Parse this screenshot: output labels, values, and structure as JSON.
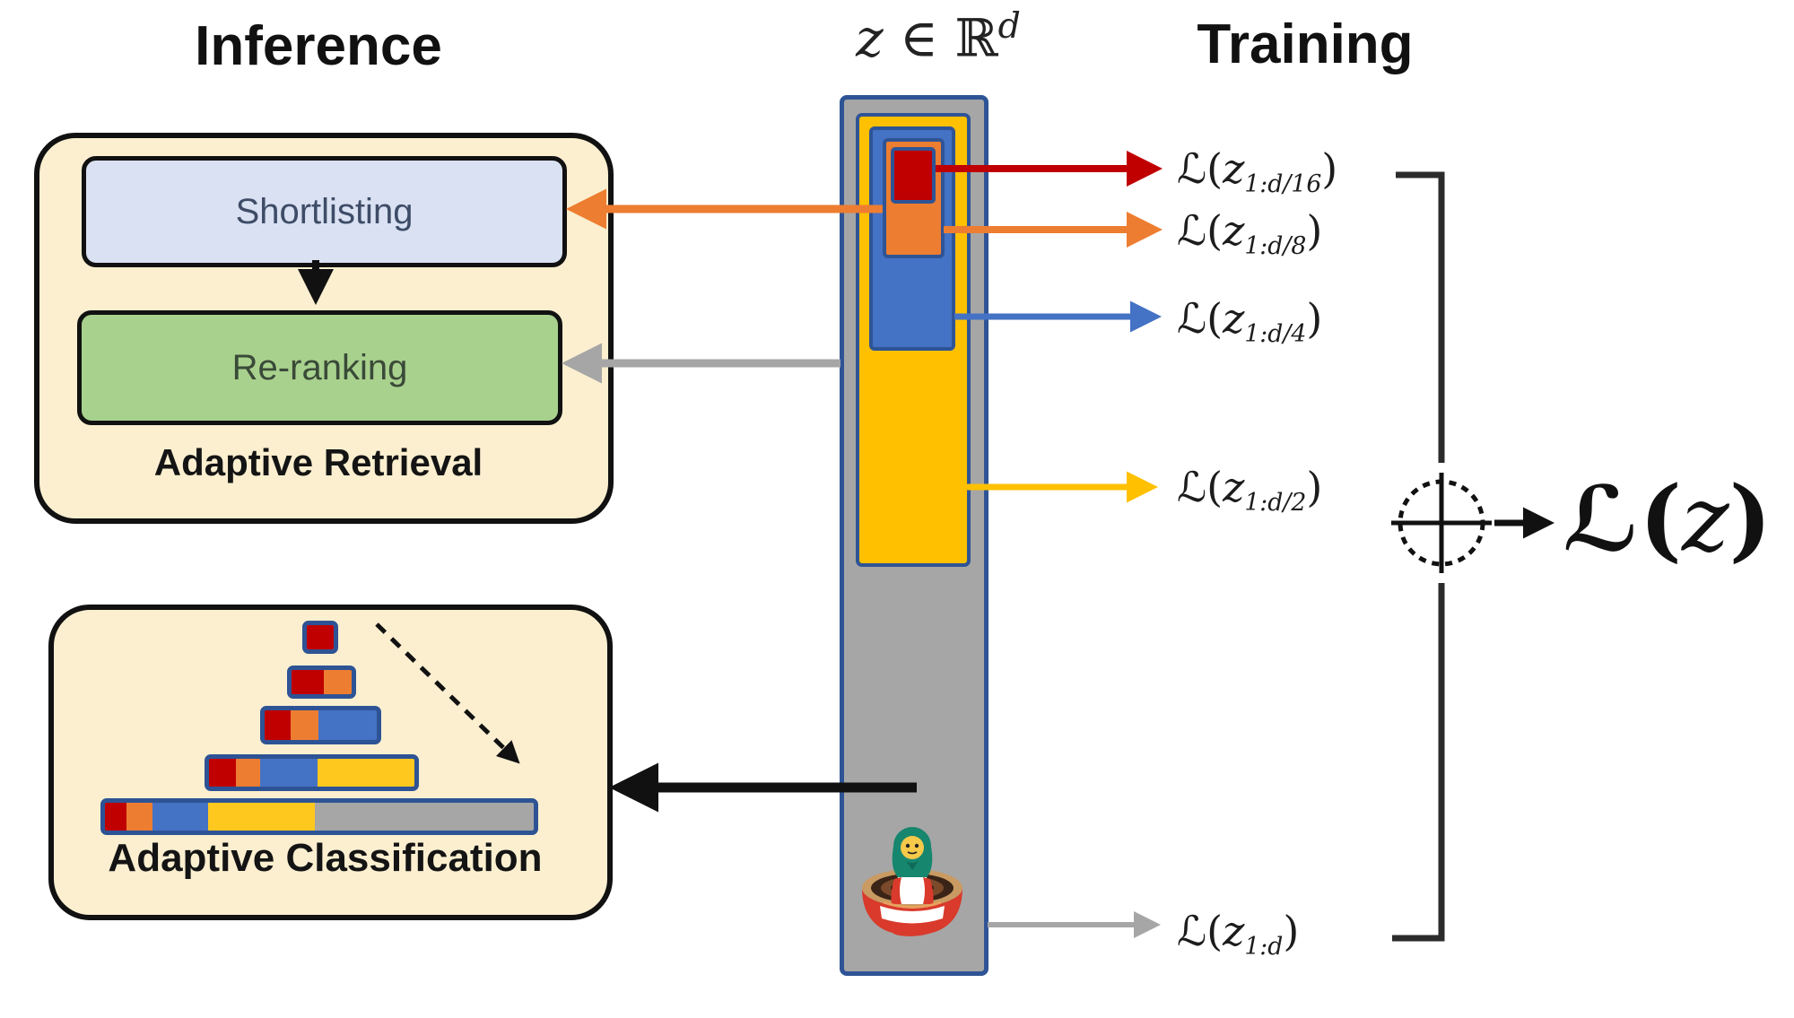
{
  "titles": {
    "inference": "Inference",
    "training": "Training"
  },
  "embedding_label": {
    "var": "z",
    "mid": " ∈ ℝ",
    "sup": "d"
  },
  "adaptive_retrieval": {
    "label": "Adaptive Retrieval",
    "shortlisting": "Shortlisting",
    "reranking": "Re-ranking"
  },
  "adaptive_classification": {
    "label": "Adaptive Classification",
    "pyramid": [
      {
        "segments": [
          {
            "color": "red",
            "pct": 100
          }
        ]
      },
      {
        "segments": [
          {
            "color": "red",
            "pct": 53
          },
          {
            "color": "orange",
            "pct": 47
          }
        ]
      },
      {
        "segments": [
          {
            "color": "red",
            "pct": 23
          },
          {
            "color": "orange",
            "pct": 25
          },
          {
            "color": "blue",
            "pct": 52
          }
        ]
      },
      {
        "segments": [
          {
            "color": "red",
            "pct": 13
          },
          {
            "color": "orange",
            "pct": 12
          },
          {
            "color": "blue",
            "pct": 28
          },
          {
            "color": "yellow",
            "pct": 47
          }
        ]
      },
      {
        "segments": [
          {
            "color": "red",
            "pct": 5
          },
          {
            "color": "orange",
            "pct": 6
          },
          {
            "color": "blue",
            "pct": 13
          },
          {
            "color": "yellow",
            "pct": 25
          },
          {
            "color": "gray",
            "pct": 51
          }
        ]
      }
    ]
  },
  "embedding_bar": {
    "segments": [
      {
        "name": "d/16",
        "color": "#C00000"
      },
      {
        "name": "d/8",
        "color": "#ED7D31"
      },
      {
        "name": "d/4",
        "color": "#4472C4"
      },
      {
        "name": "d/2",
        "color": "#FFC000"
      },
      {
        "name": "d",
        "color": "#A6A6A6"
      }
    ],
    "icon": "matryoshka-doll"
  },
  "losses": [
    {
      "prefix": "ℒ(",
      "var": "z",
      "sub": "1:d/16",
      "suffix": ")",
      "arrow_color": "#C00000"
    },
    {
      "prefix": "ℒ(",
      "var": "z",
      "sub": "1:d/8",
      "suffix": ")",
      "arrow_color": "#ED7D31"
    },
    {
      "prefix": "ℒ(",
      "var": "z",
      "sub": "1:d/4",
      "suffix": ")",
      "arrow_color": "#4472C4"
    },
    {
      "prefix": "ℒ(",
      "var": "z",
      "sub": "1:d/2",
      "suffix": ")",
      "arrow_color": "#FFC000"
    },
    {
      "prefix": "ℒ(",
      "var": "z",
      "sub": "1:d",
      "suffix": ")",
      "arrow_color": "#A6A6A6"
    }
  ],
  "total_loss": {
    "prefix": "ℒ(",
    "var": "z",
    "suffix": ")",
    "aggregator_symbol": "⊕"
  },
  "colors": {
    "red": "#C00000",
    "orange": "#ED7D31",
    "blue": "#4472C4",
    "yellow": "#FFC81E",
    "gold": "#FFC000",
    "gray": "#A6A6A6",
    "cream": "#FBEFD0",
    "light_blue": "#D9E1F2",
    "green": "#A9D18E",
    "bar_border": "#2F5496",
    "outline_black": "#111111"
  }
}
